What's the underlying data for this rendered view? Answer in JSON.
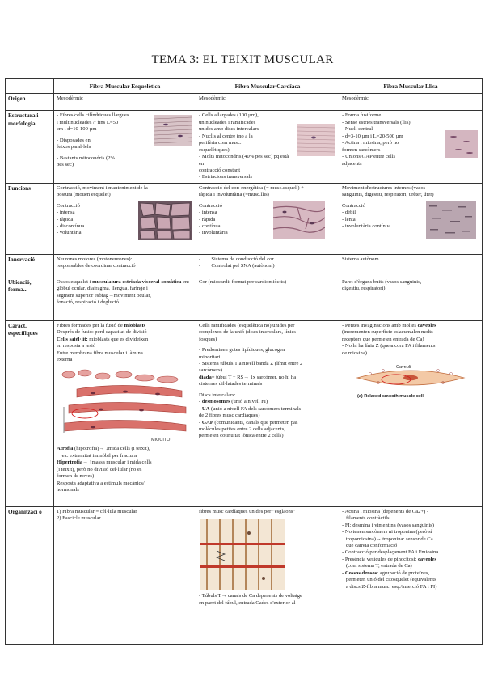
{
  "title": "TEMA 3: EL TEIXIT MUSCULAR",
  "headers": [
    "",
    "Fibra Muscular Esquelètica",
    "Fibra Muscular Cardíaca",
    "Fibra Muscular Llisa"
  ],
  "rows": {
    "origen": {
      "label": "Origen",
      "c1": [
        "Mesodèrmic"
      ],
      "c2": [
        "Mesodèrmic"
      ],
      "c3": [
        "Mesodèrmic"
      ]
    },
    "estructura": {
      "label": "Estructura i morfologia",
      "c1": [
        "- Fibres/cells cilíndriques llargues",
        "i multinucleades // fins L=50",
        "cm i d=10-100 µm",
        "",
        "- Disposades en",
        "feixos paral·lels",
        "",
        "- Bastants mitocondris (2%",
        "pes sec)"
      ],
      "c2": [
        "- Cells allargades (100 µm),",
        "uninucleades i ramificades",
        "unides amb discs intercalars",
        "- Nuclis al centre (no a la",
        "perifèria com musc.",
        "esquelètiques)",
        "- Molts mitocondris (40% pes sec) pq està en",
        "contracció constant",
        "- Estriacions transversals"
      ],
      "c3": [
        "- Forma fusiforme",
        "- Sense estries transversals (llis)",
        "- Nucli central",
        "- d=3-10 µm i L=20-500 µm",
        "- Actina i miosina, però no",
        "formen sarcòmers",
        "- Unions GAP entre cells",
        "adjacents"
      ]
    },
    "funcions": {
      "label": "Funcions",
      "c1": [
        "Contracció, moviment i manteniment de la",
        "postura (mouen esquelet)",
        "",
        "Contracció",
        "- intensa",
        "- ràpida",
        "- discontínua",
        "- voluntària"
      ],
      "c2": [
        "Contracció del cor: energètica (= musc.esquel.) +",
        "ràpida i involuntària (=musc.llis)",
        "",
        "Contracció",
        "- intensa",
        "- ràpida",
        "- contínua",
        "- involuntària"
      ],
      "c3": [
        "Moviment d'estructures internes (vasos",
        "sanguinis, digestiu, respiratori, urèter, úter)",
        "",
        "Contracció",
        "- dèbil",
        "- lenta",
        "- involuntària contínua"
      ]
    },
    "innervacio": {
      "label": "Innervació",
      "c1": [
        "Neurones motores (motoneurones):",
        "responsables de coordinar contracció"
      ],
      "c2": [
        "-        Sistema de conducció del cor",
        "-        Controlat pel SNA (autònom)"
      ],
      "c3": [
        "Sistema autònom"
      ]
    },
    "ubicacio": {
      "label": "Ubicació, forma...",
      "c1_pre": "Ossos esquelet i ",
      "c1_bold": "musculatura estriada visceral-somàtica",
      "c1_post": " en:",
      "c1": [
        "glòbul ocular, diafragma, llengua, faringe i",
        "segment superior esòfag→moviment ocular,",
        "fonació, respiració i deglució"
      ],
      "c2": [
        "Cor (miocardi: format per cardiomiòcits)"
      ],
      "c3": [
        "Paret d'òrgans buits (vasos sanguinis,",
        "digestiu, respiratori)"
      ]
    },
    "caract": {
      "label": "Caract. específiques",
      "c1_top": [
        "Fibres formades per la fusió de ",
        "mioblasts"
      ],
      "c1_a": [
        "Després de fusió: perd capacitat de divisió"
      ],
      "c1_sat_bold": "Cells satèl·lit:",
      "c1_sat": " mioblasts que es divideixen",
      "c1_b": [
        "en resposta a lesió",
        "Entre membrana fibra muscular i làmina",
        "externa"
      ],
      "c1_fig_label": "MIOCITO",
      "c1_atro_bold": "Atrofia",
      "c1_atro": " (hipotrofia)→ ↓mida cells (i teixit),",
      "c1_c": [
        "    ex. extremitat immòbil per fractura"
      ],
      "c1_hiper_bold": "Hipertrofia",
      "c1_hiper": "→ ↑massa muscular i mida cells",
      "c1_d": [
        "(i teixit), però no divisió cel·lular (no es",
        "formen de noves)",
        "Resposta adaptativa a estímuls mecànics/",
        "hormonals"
      ],
      "c2_a": [
        "Cells ramificades (esquelètica no) unides per",
        "complexos de la unió (discs intercalars, línies",
        "fosques)",
        "",
        "- Predominen gotes lipídiques, glucogen",
        "minoritari",
        "- Sistema túbuls T a nivell banda Z (límit entre 2",
        "sarcòmers)"
      ],
      "c2_diada_bold": "diada",
      "c2_diada": "= túbul T + RS→ 1x sarcòmer, no hi ha",
      "c2_b": [
        "cisternes dil·latades terminals",
        "",
        "Discs intercalars:"
      ],
      "c2_des_bold": "- desmosomes",
      "c2_des": " (unió a nivell FI)",
      "c2_ua_bold": "- UA",
      "c2_ua": " (unió a nivell FA dels sarcòmers terminals",
      "c2_c": [
        "de 2 fibres musc cardíaques)"
      ],
      "c2_gap_bold": "- GAP",
      "c2_gap": " (comunicants, canals que permeten pas",
      "c2_d": [
        "molècules petites entre 2 cells adjacents,",
        "permeten cotinuïtat iònica entre 2 cells)"
      ],
      "c3_a_pre": "- Petites invaginacions amb moltes ",
      "c3_a_bold": "caveoles",
      "c3_a": [
        "(incrementen superfície cs'acumulen molts",
        "receptors que permeten entrada de Ca)",
        "- No hi ha línia Z (queancora FA i filaments",
        "de miosina)"
      ],
      "c3_fig_label": "Caveoli",
      "c3_fig_caption": "(a) Relaxed smooth muscle cell"
    },
    "organitzacio": {
      "label": "Organitzaci ó",
      "c1": [
        "1) Fibra muscular = cèl·lula muscular",
        "2) Fascicle muscular"
      ],
      "c2_a": [
        "fibres musc cardíaques unides per \"esglaons\""
      ],
      "c2_b": [
        "- Túbuls T→ canals de Ca depenents de voltatge",
        "en paret del túbul, entrada Cades d'exterior al"
      ],
      "c3_a": [
        "- Actina i miosina (depenents de Ca2+) -",
        "   filaments contràctils",
        "- FI: desmina i vimentina (vasos sanguinis)",
        "- No tenen sarcòmers ni troponina (però sí",
        "   tropomiosina)→ troponina: sensor de Ca",
        "   que canvia conformació",
        "- Contracció per desplaçament FA i Fmiosina"
      ],
      "c3_pres_pre": "- Presència vesícules de pinocitosi: ",
      "c3_pres_bold": "caveoles",
      "c3_b": [
        "   (com sistema T, entrada de Ca)"
      ],
      "c3_cos_bold": "- Cossos densos",
      "c3_cos": ": agrupació de proteïnes,",
      "c3_c": [
        "   permeten unió del citosquelet (equivalents",
        "   a discs Z-fibra musc. esq./inserció FA i FI)"
      ]
    }
  },
  "colors": {
    "border": "#333333",
    "muscle_red": "#c0392b",
    "muscle_pink": "#e8a3a3",
    "micro_gray": "#9a9a9a"
  }
}
